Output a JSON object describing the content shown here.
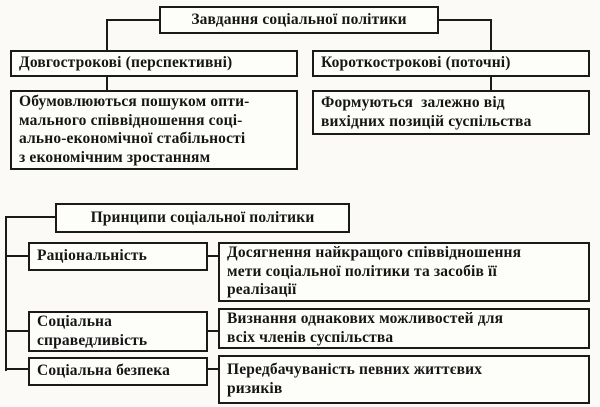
{
  "diagram_tasks": {
    "title": "Завдання соціальної політики",
    "long_term": {
      "label": "Довгострокові (перспективні)",
      "description": "Обумовлюються пошуком опти-\nмального співвідношення соці-\nально-економічної стабільності\nз економічним зростанням"
    },
    "short_term": {
      "label": "Короткострокові (поточні)",
      "description": "Формуються  залежно від\nвихідних позицій суспільства"
    }
  },
  "diagram_principles": {
    "title": "Принципи соціальної політики",
    "principles": [
      {
        "label": "Раціональність",
        "description": "Досягнення найкращого співвідношення\nмети соціальної політики та засобів її\nреалізації"
      },
      {
        "label": "Соціальна\nсправедливість",
        "description": "Визнання однакових можливостей для\nвсіх членів суспільства"
      },
      {
        "label": "Соціальна безпека",
        "description": "Передбачуваність певних життєвих\nризиків"
      }
    ]
  }
}
